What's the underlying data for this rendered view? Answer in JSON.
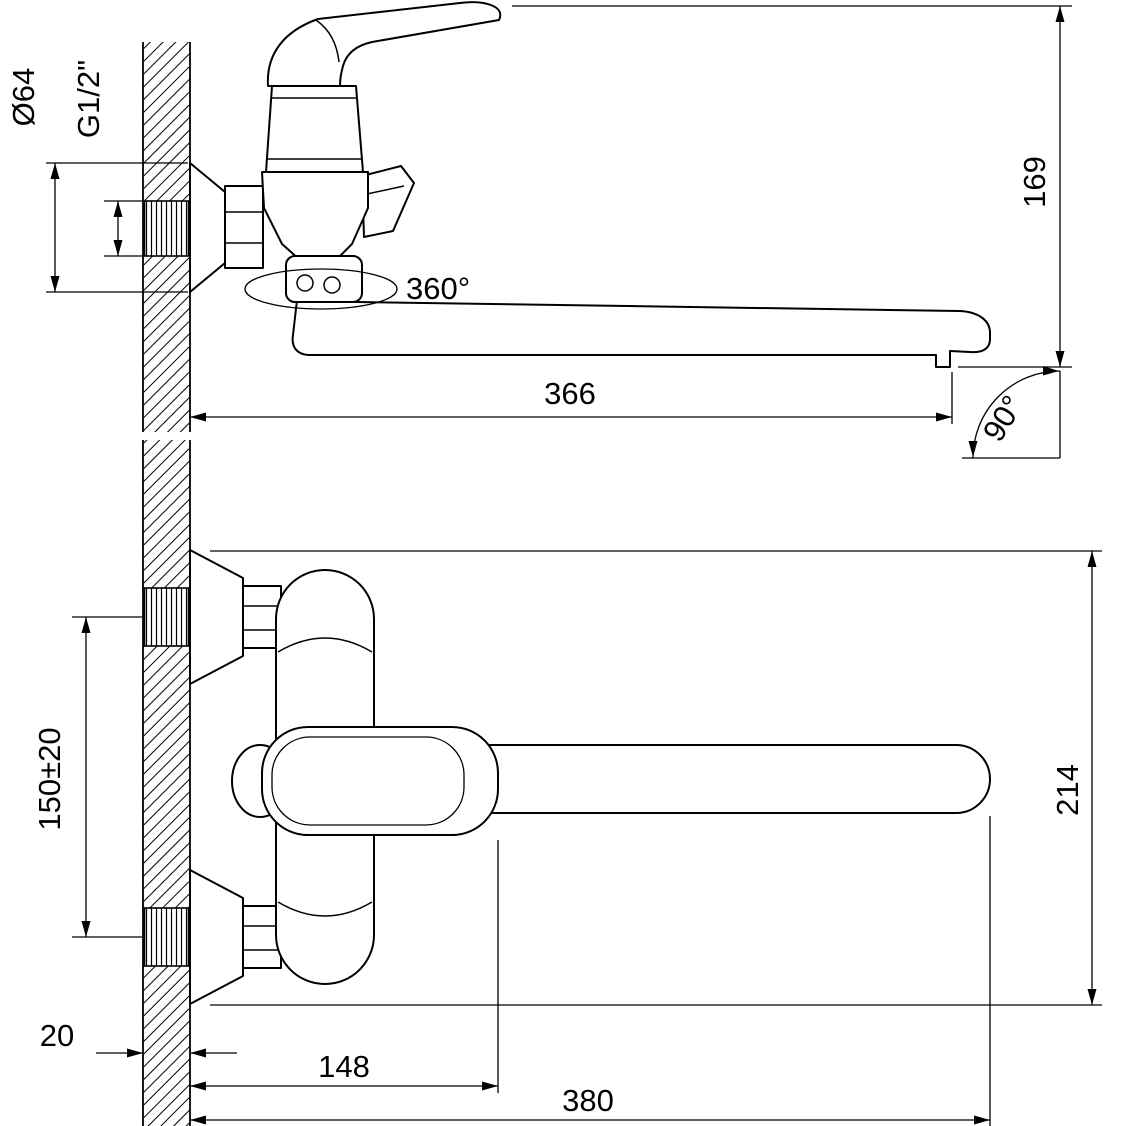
{
  "drawing": {
    "background": "#ffffff",
    "line_color": "#000000",
    "subject": "wall-mounted bath mixer faucet, two orthographic views with dimensions",
    "views": {
      "side": {
        "name": "side-view",
        "dims": {
          "escutcheon_diameter": "Ø64",
          "thread": "G1/2\"",
          "height": "169",
          "spout_reach": "366",
          "swivel_angle": "360°",
          "swing_angle": "90°"
        }
      },
      "plan": {
        "name": "plan-view",
        "dims": {
          "inlet_spacing": "150±20",
          "overall_height": "214",
          "wall_thickness": "20",
          "handle_reach": "148",
          "overall_reach": "380"
        }
      }
    }
  }
}
